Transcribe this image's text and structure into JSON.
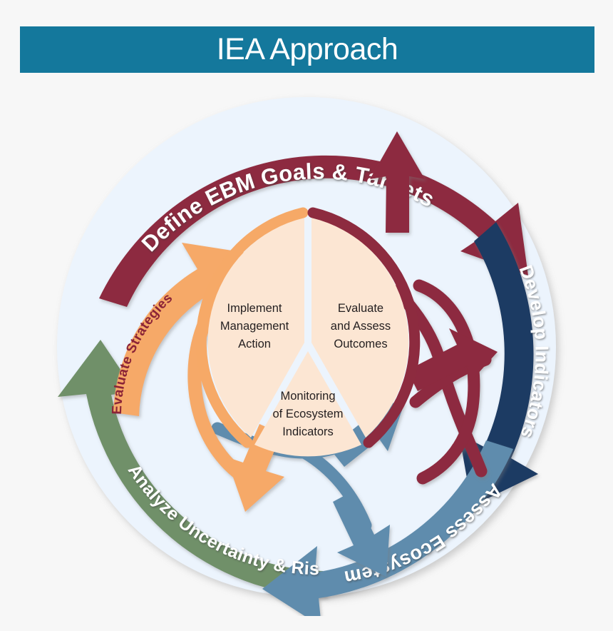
{
  "header": {
    "title": "IEA Approach",
    "bar_color": "#14789c",
    "title_color": "#ffffff"
  },
  "diagram": {
    "type": "cycle",
    "name": "iea-approach-cycle",
    "background_circle_color": "#ecf4fd",
    "page_background": "#f7f7f7",
    "outer_ring": {
      "description": "Five curved arrow segments forming a clockwise loop",
      "steps": [
        {
          "id": "define-goals",
          "label": "Define EBM Goals & Targets",
          "color": "#8d2b3f",
          "text_color": "#ffffff",
          "position": "top"
        },
        {
          "id": "develop-indicators",
          "label": "Develop Indicators",
          "color": "#1c3a63",
          "text_color": "#ffffff",
          "position": "right"
        },
        {
          "id": "assess-ecosystem",
          "label": "Assess Ecosystem",
          "color": "#5f8cad",
          "text_color": "#ffffff",
          "position": "bottom-right"
        },
        {
          "id": "analyze-uncertainty-risk",
          "label": "Analyze Uncertainty & Risk",
          "color": "#6f9069",
          "text_color": "#ffffff",
          "position": "bottom-left"
        },
        {
          "id": "evaluate-strategies",
          "label": "Evaluate Strategies",
          "color": "#f6a967",
          "text_color": "#8b2437",
          "position": "left"
        }
      ]
    },
    "inner_circle": {
      "segment_fill": "#fce6d3",
      "segments": [
        {
          "id": "implement-management-action",
          "lines": [
            "Implement",
            "Management",
            "Action"
          ],
          "position": "left",
          "accent_color": "#f6a967"
        },
        {
          "id": "evaluate-and-assess-outcomes",
          "lines": [
            "Evaluate",
            "and Assess",
            "Outcomes"
          ],
          "position": "right",
          "accent_color": "#8d2b3f"
        },
        {
          "id": "monitoring-of-ecosystem-indicators",
          "lines": [
            "Monitoring",
            "of Ecosystem",
            "Indicators"
          ],
          "position": "bottom",
          "accent_color": "#5f8cad"
        }
      ]
    },
    "connector_arrows": [
      {
        "id": "maroon-fork-arrow",
        "color": "#8d2b3f",
        "from": "evaluate-and-assess-outcomes",
        "to": [
          "define-goals",
          "develop-indicators"
        ],
        "branches": 2
      },
      {
        "id": "blue-fork-arrow",
        "color": "#5f8cad",
        "from": "monitoring-of-ecosystem-indicators",
        "to": [
          "develop-indicators",
          "assess-ecosystem"
        ],
        "branches": 2
      },
      {
        "id": "orange-loop-arrow",
        "color": "#f6a967",
        "from": "evaluate-strategies",
        "to": "implement-management-action",
        "branches": 1
      }
    ]
  }
}
